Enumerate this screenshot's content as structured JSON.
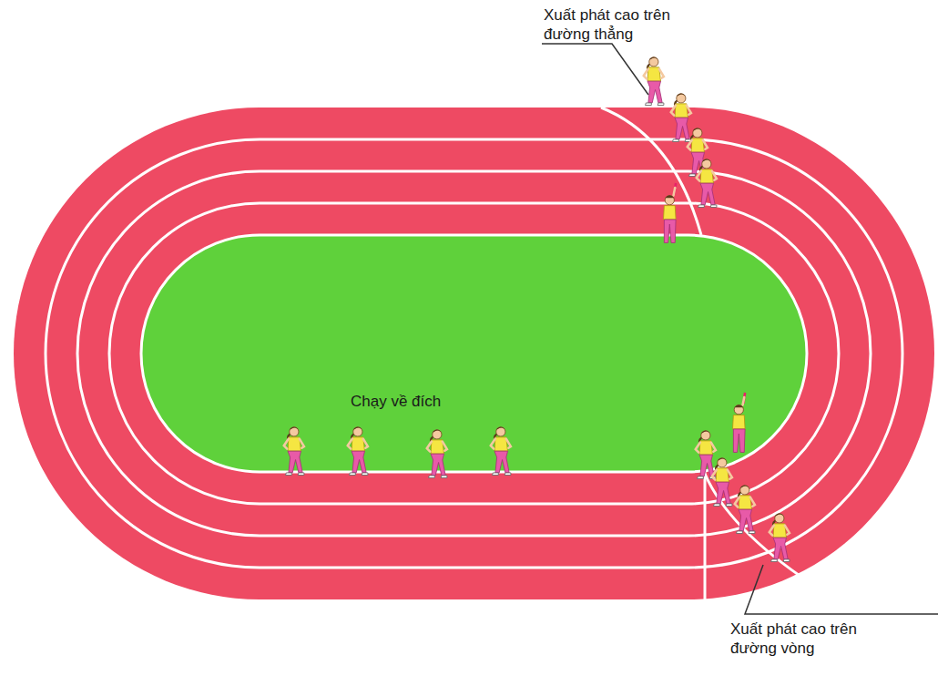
{
  "diagram": {
    "labels": [
      "Xuất phát cao trên đường thẳng",
      "Chạy về đích",
      "Xuất phát cao trên đường vòng"
    ]
  }
}
